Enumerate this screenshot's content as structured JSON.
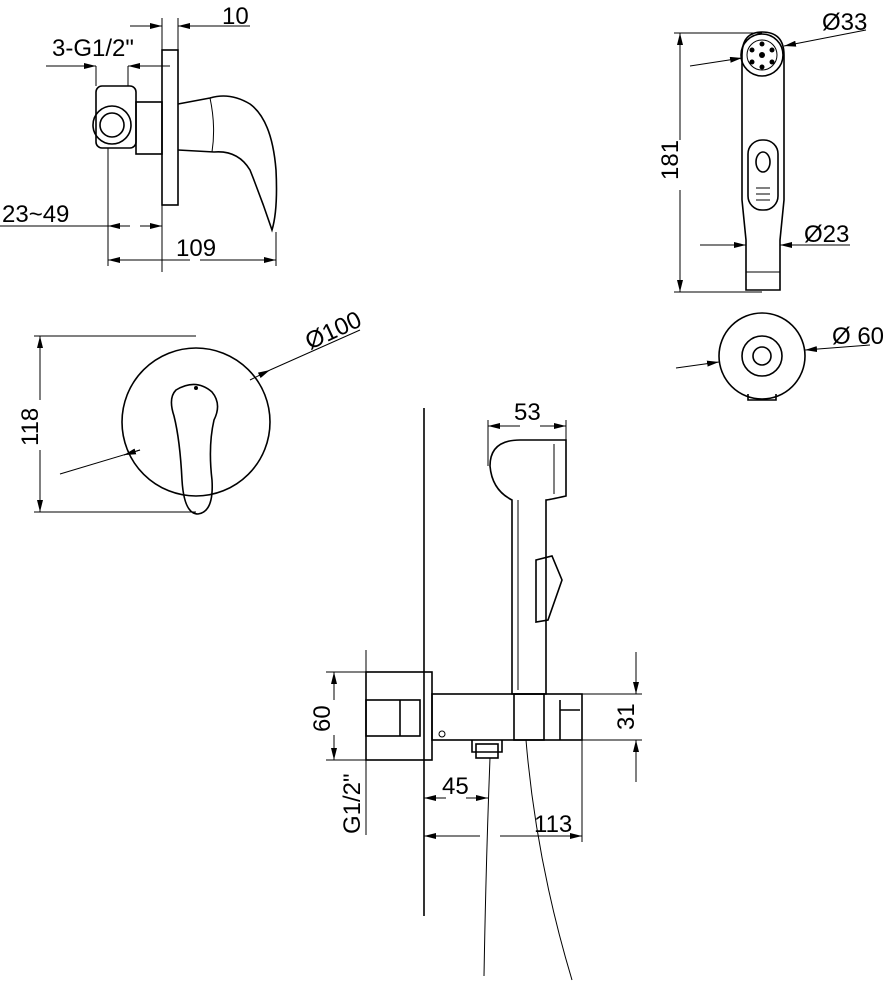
{
  "colors": {
    "line": "#000000",
    "background": "#ffffff"
  },
  "dimensions": {
    "plate_thickness": "10",
    "inlet_thread": "3-G1/2\"",
    "depth_range": "23~49",
    "total_depth": "109",
    "spray_head_diameter": "Ø33",
    "spray_length": "181",
    "spray_handle_diameter": "Ø23",
    "holder_diameter": "Ø 60",
    "plate_diameter": "Ø100",
    "plate_height": "118",
    "spray_head_width": "53",
    "holder_height": "60",
    "outlet_height": "31",
    "outlet_thread": "G1/2\"",
    "outlet_offset": "45",
    "holder_projection": "113"
  }
}
